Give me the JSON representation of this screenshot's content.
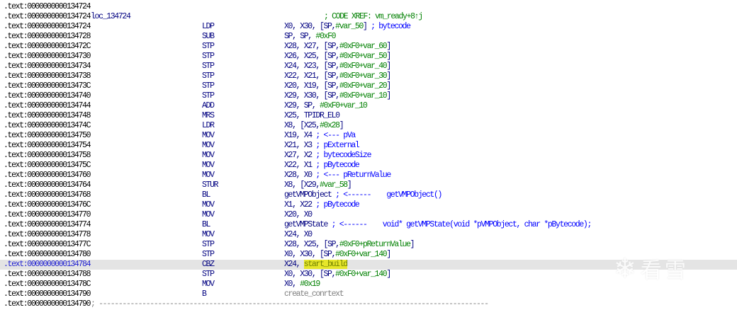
{
  "rows": [
    {
      "addr": ".text:0000000000134724",
      "label": ";",
      "label_color": "g"
    },
    {
      "addr": ".text:0000000000134724"
    },
    {
      "addr": ".text:0000000000134724",
      "label": "loc_134724",
      "xref": "; CODE XREF: vm_ready+8↑j"
    },
    {
      "addr": ".text:0000000000134724",
      "mn": "LDP",
      "ops": [
        [
          "X0, X30, [SP,",
          "r"
        ],
        [
          "#var_50",
          "n"
        ],
        [
          "] ",
          "r"
        ],
        [
          "; bytecode",
          "c"
        ]
      ]
    },
    {
      "addr": ".text:0000000000134728",
      "mn": "SUB",
      "ops": [
        [
          "SP, SP, ",
          "r"
        ],
        [
          "#0xF0",
          "n"
        ]
      ]
    },
    {
      "addr": ".text:000000000013472C",
      "mn": "STP",
      "ops": [
        [
          "X28, X27, [SP,",
          "r"
        ],
        [
          "#0xF0+var_60",
          "n"
        ],
        [
          "]",
          "r"
        ]
      ]
    },
    {
      "addr": ".text:0000000000134730",
      "mn": "STP",
      "ops": [
        [
          "X26, X25, [SP,",
          "r"
        ],
        [
          "#0xF0+var_50",
          "n"
        ],
        [
          "]",
          "r"
        ]
      ]
    },
    {
      "addr": ".text:0000000000134734",
      "mn": "STP",
      "ops": [
        [
          "X24, X23, [SP,",
          "r"
        ],
        [
          "#0xF0+var_40",
          "n"
        ],
        [
          "]",
          "r"
        ]
      ]
    },
    {
      "addr": ".text:0000000000134738",
      "mn": "STP",
      "ops": [
        [
          "X22, X21, [SP,",
          "r"
        ],
        [
          "#0xF0+var_30",
          "n"
        ],
        [
          "]",
          "r"
        ]
      ]
    },
    {
      "addr": ".text:000000000013473C",
      "mn": "STP",
      "ops": [
        [
          "X20, X19, [SP,",
          "r"
        ],
        [
          "#0xF0+var_20",
          "n"
        ],
        [
          "]",
          "r"
        ]
      ]
    },
    {
      "addr": ".text:0000000000134740",
      "mn": "STP",
      "ops": [
        [
          "X29, X30, [SP,",
          "r"
        ],
        [
          "#0xF0+var_10",
          "n"
        ],
        [
          "]",
          "r"
        ]
      ]
    },
    {
      "addr": ".text:0000000000134744",
      "mn": "ADD",
      "ops": [
        [
          "X29, SP, ",
          "r"
        ],
        [
          "#0xF0+var_10",
          "n"
        ]
      ]
    },
    {
      "addr": ".text:0000000000134748",
      "mn": "MRS",
      "ops": [
        [
          "X25, TPIDR_EL0",
          "r"
        ]
      ]
    },
    {
      "addr": ".text:000000000013474C",
      "mn": "LDR",
      "ops": [
        [
          "X8, [X25,",
          "r"
        ],
        [
          "#0x28",
          "n"
        ],
        [
          "]",
          "r"
        ]
      ]
    },
    {
      "addr": ".text:0000000000134750",
      "mn": "MOV",
      "ops": [
        [
          "X19, X4 ",
          "r"
        ],
        [
          "; <--- pVa",
          "c"
        ]
      ]
    },
    {
      "addr": ".text:0000000000134754",
      "mn": "MOV",
      "ops": [
        [
          "X21, X3 ",
          "r"
        ],
        [
          "; pExternal",
          "c"
        ]
      ]
    },
    {
      "addr": ".text:0000000000134758",
      "mn": "MOV",
      "ops": [
        [
          "X27, X2 ",
          "r"
        ],
        [
          "; bytecodeSize",
          "c"
        ]
      ]
    },
    {
      "addr": ".text:000000000013475C",
      "mn": "MOV",
      "ops": [
        [
          "X22, X1 ",
          "r"
        ],
        [
          "; pBytecode",
          "c"
        ]
      ]
    },
    {
      "addr": ".text:0000000000134760",
      "mn": "MOV",
      "ops": [
        [
          "X28, X0 ",
          "r"
        ],
        [
          "; <--- pReturnValue",
          "c"
        ]
      ]
    },
    {
      "addr": ".text:0000000000134764",
      "mn": "STUR",
      "ops": [
        [
          "X8, [X29,",
          "r"
        ],
        [
          "#var_58",
          "n"
        ],
        [
          "]",
          "r"
        ]
      ]
    },
    {
      "addr": ".text:0000000000134768",
      "mn": "BL",
      "ops": [
        [
          "getVMPObject ",
          "r"
        ],
        [
          "; <------    getVMPObject()",
          "c"
        ]
      ]
    },
    {
      "addr": ".text:000000000013476C",
      "mn": "MOV",
      "ops": [
        [
          "X1, X22 ",
          "r"
        ],
        [
          "; pBytecode",
          "c"
        ]
      ]
    },
    {
      "addr": ".text:0000000000134770",
      "mn": "MOV",
      "ops": [
        [
          "X20, X0",
          "r"
        ]
      ]
    },
    {
      "addr": ".text:0000000000134774",
      "mn": "BL",
      "ops": [
        [
          "getVMPState ",
          "r"
        ],
        [
          "; <------    void* getVMPState(void *pVMPObject, char *pBytecode);",
          "c"
        ]
      ]
    },
    {
      "addr": ".text:0000000000134778",
      "mn": "MOV",
      "ops": [
        [
          "X24, X0",
          "r"
        ]
      ]
    },
    {
      "addr": ".text:000000000013477C",
      "mn": "STP",
      "ops": [
        [
          "X28, X25, [SP,",
          "r"
        ],
        [
          "#0xF0+pReturnValue",
          "n"
        ],
        [
          "]",
          "r"
        ]
      ]
    },
    {
      "addr": ".text:0000000000134780",
      "mn": "STP",
      "ops": [
        [
          "X0, X30, [SP,",
          "r"
        ],
        [
          "#0xF0+var_140",
          "n"
        ],
        [
          "]",
          "r"
        ]
      ]
    },
    {
      "addr": ".text:0000000000134784",
      "mn": "CBZ",
      "highlight": true,
      "ops": [
        [
          "X24, ",
          "r"
        ],
        [
          "start_build",
          "y"
        ]
      ]
    },
    {
      "addr": ".text:0000000000134788",
      "mn": "STP",
      "ops": [
        [
          "X0, X30, [SP,",
          "r"
        ],
        [
          "#0xF0+var_140",
          "n"
        ],
        [
          "]",
          "r"
        ]
      ]
    },
    {
      "addr": ".text:000000000013478C",
      "mn": "MOV",
      "ops": [
        [
          "X0, ",
          "r"
        ],
        [
          "#0x19",
          "n"
        ]
      ]
    },
    {
      "addr": ".text:0000000000134790",
      "mn": "B",
      "ops": [
        [
          "create_conrtext",
          "g"
        ]
      ]
    },
    {
      "addr": ".text:0000000000134790",
      "label": "; ---------------------------------------------------------------------------------------------------",
      "label_color": "g"
    }
  ],
  "watermark": {
    "logo_text": "看雪",
    "icon": "snowflake-icon"
  }
}
